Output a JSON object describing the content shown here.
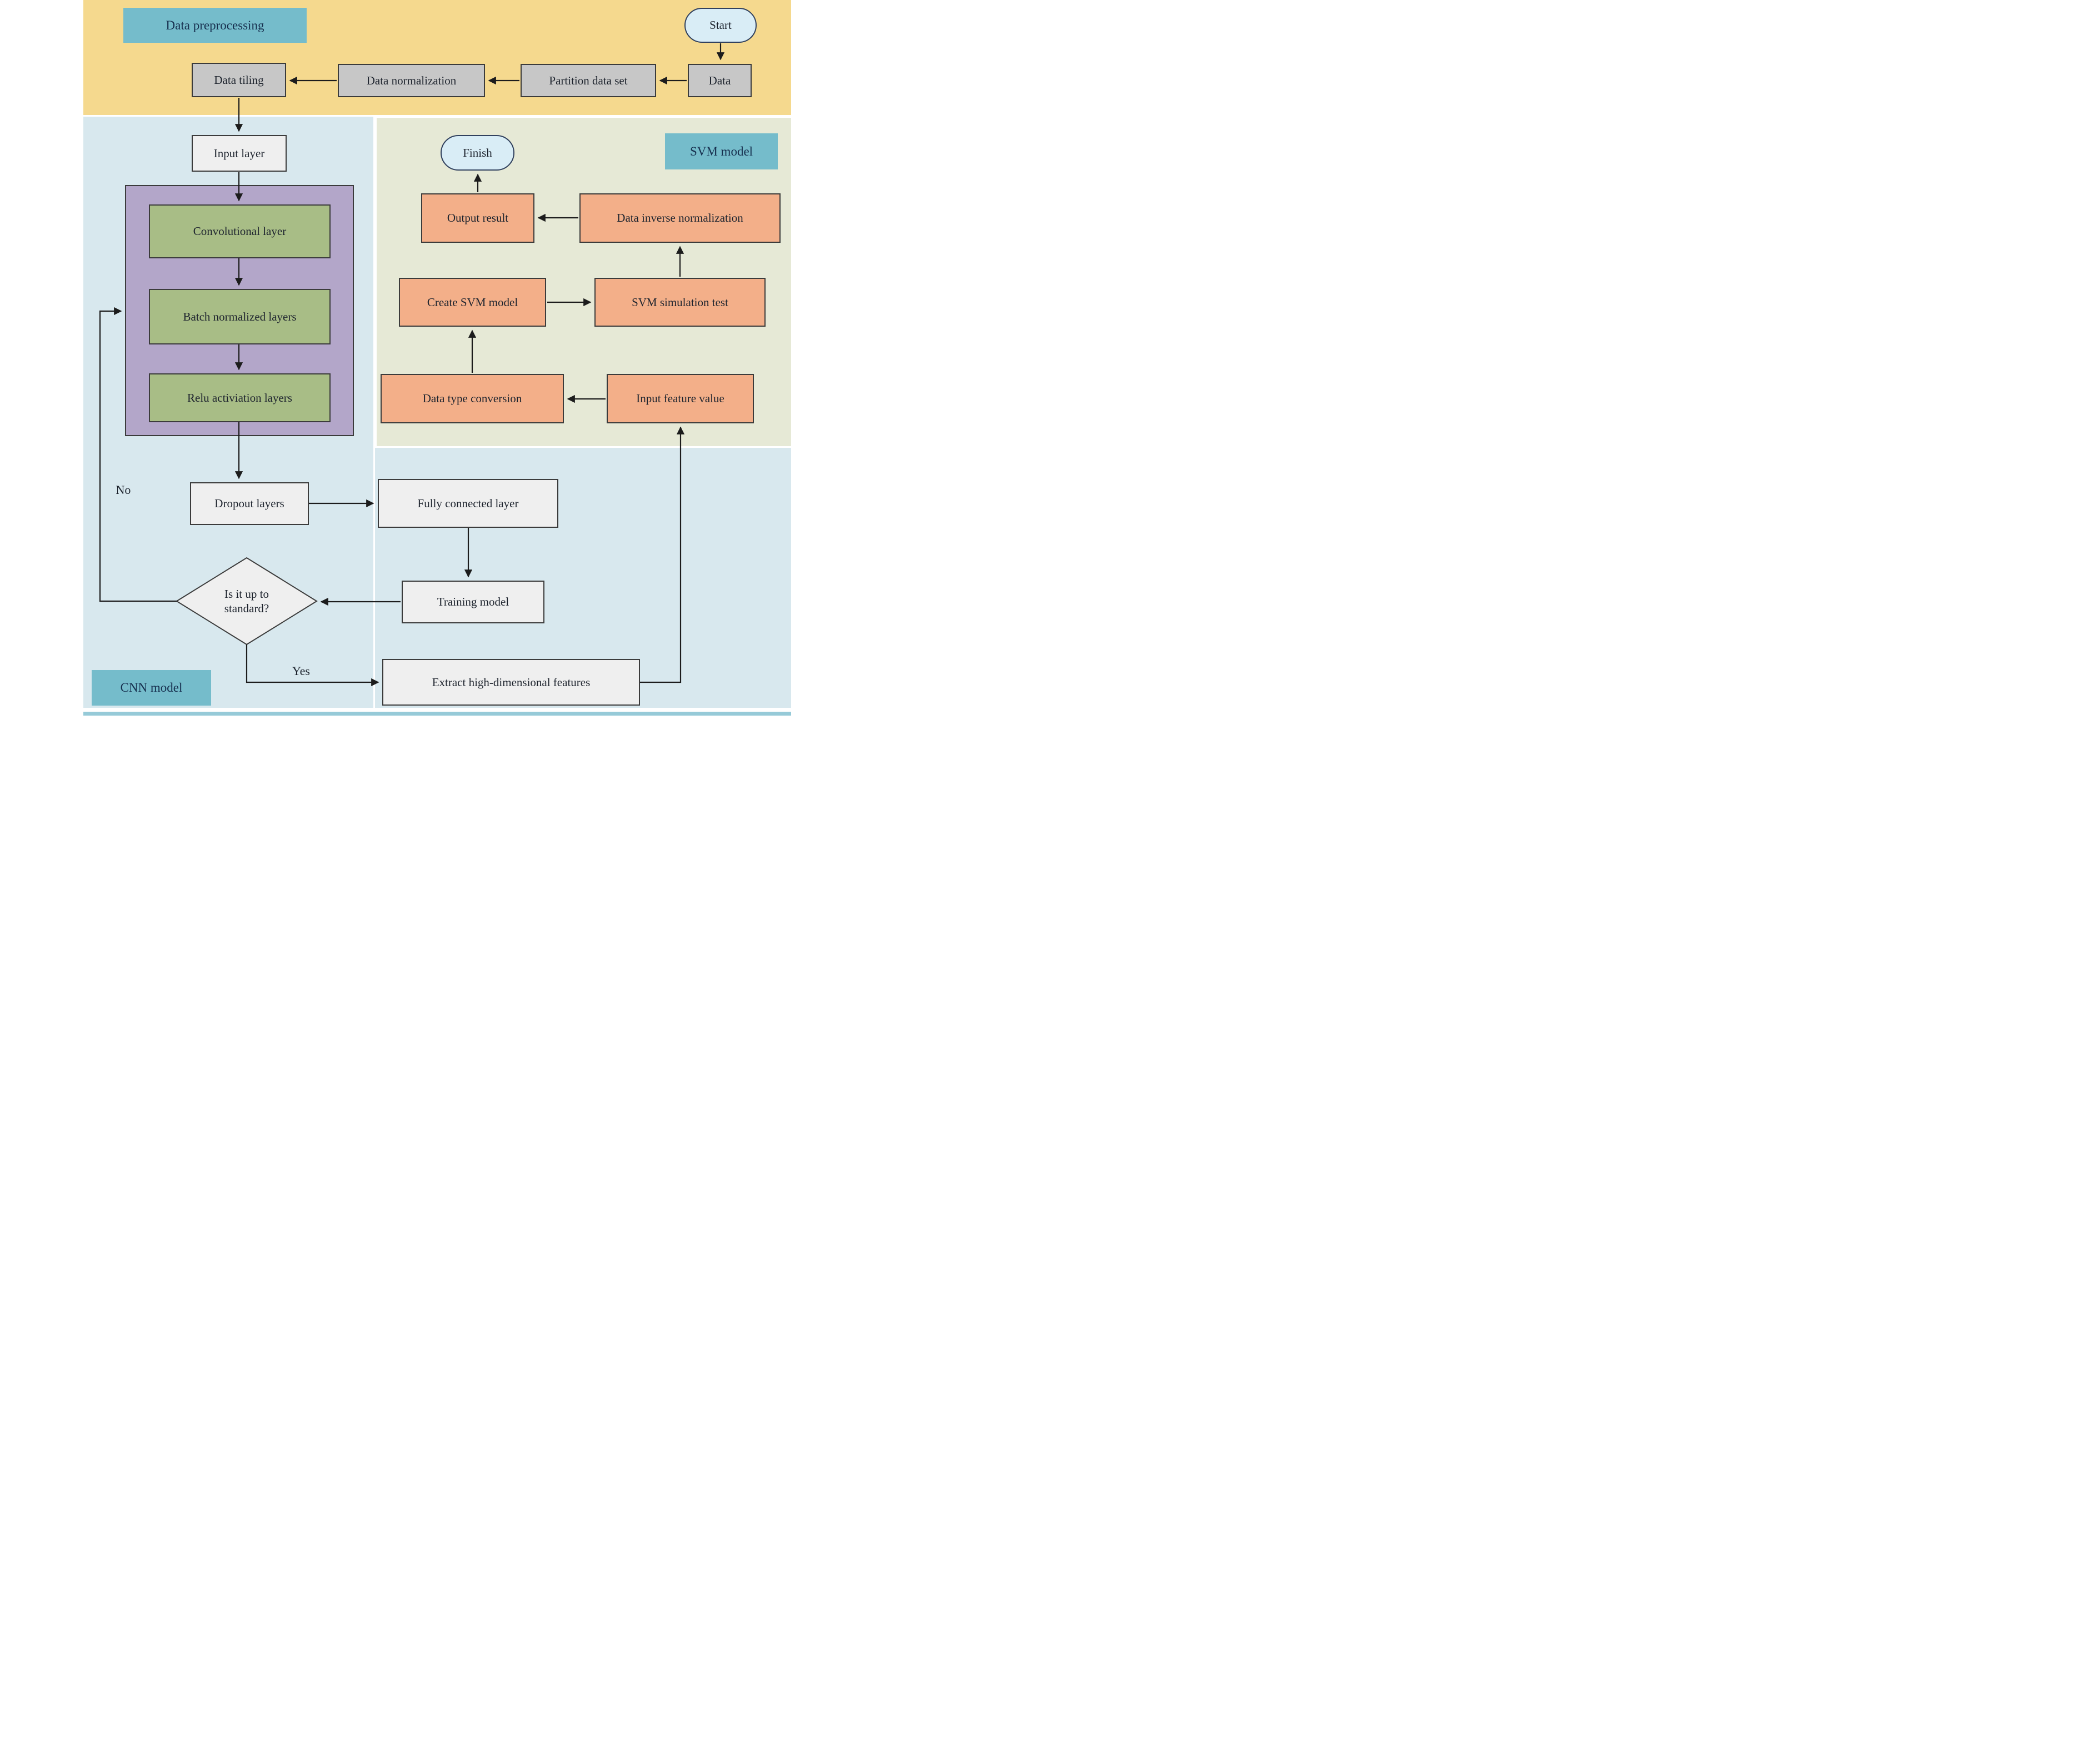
{
  "colors": {
    "panel-yellow": "#F5D98E",
    "panel-blue": "#D8E8EE",
    "panel-olive": "#E6E9D6",
    "strip-teal": "#96CAD8",
    "teal-label": "#75BCCB",
    "node-gray": "#C7C7C7",
    "node-lightgray": "#EFEFEF",
    "node-green": "#A8BD86",
    "node-orange": "#F3AF89",
    "node-purple": "#B3A6C9",
    "terminal-blue": "#D9EDF6",
    "line": "#1C1C1C"
  },
  "preprocessing": {
    "section_label": "Data preprocessing",
    "start": "Start",
    "data": "Data",
    "partition": "Partition data set",
    "normalization": "Data normalization",
    "tiling": "Data tiling"
  },
  "cnn": {
    "section_label": "CNN model",
    "input_layer": "Input layer",
    "convolutional": "Convolutional layer",
    "batch_normalized": "Batch normalized layers",
    "relu": "Relu activiation layers",
    "dropout": "Dropout layers",
    "decision": "Is it up to standard?",
    "no": "No",
    "yes": "Yes"
  },
  "svm": {
    "section_label": "SVM model",
    "finish": "Finish",
    "output_result": "Output result",
    "inverse_normalization": "Data inverse normalization",
    "create_model": "Create SVM model",
    "simulation_test": "SVM simulation test",
    "type_conversion": "Data type conversion",
    "input_feature": "Input feature value"
  },
  "training": {
    "fully_connected": "Fully connected layer",
    "training_model": "Training model",
    "extract_features": "Extract high-dimensional features"
  }
}
